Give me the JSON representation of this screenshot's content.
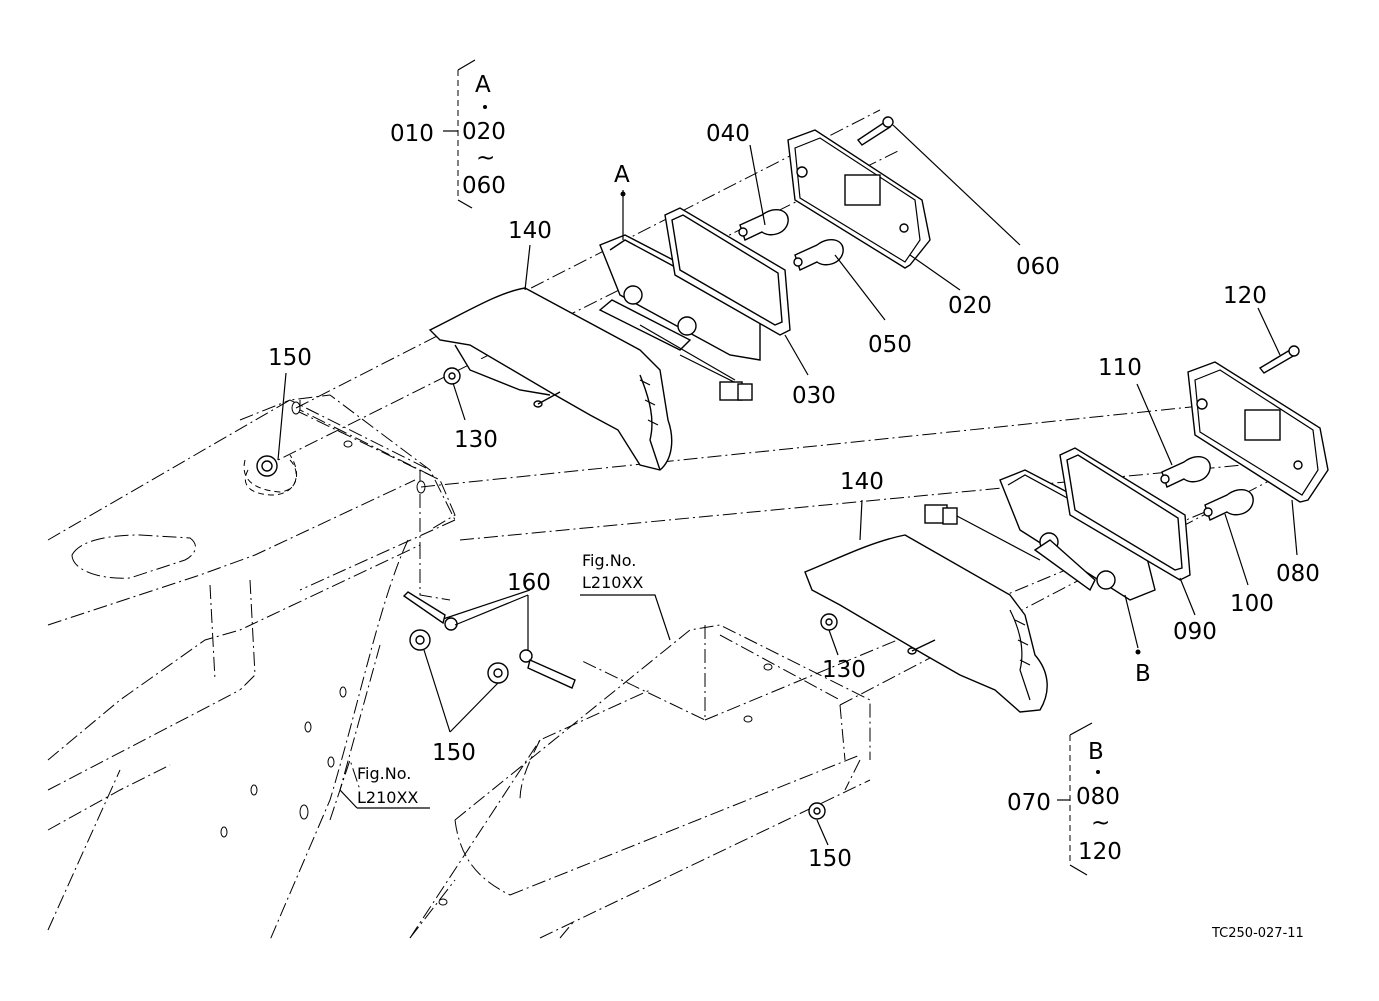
{
  "diagram": {
    "drawing_number": "TC250-027-11",
    "callouts": {
      "c010": "010",
      "c020": "020",
      "c030": "030",
      "c040": "040",
      "c050": "050",
      "c060": "060",
      "c070": "070",
      "c080": "080",
      "c090": "090",
      "c100": "100",
      "c110": "110",
      "c120": "120",
      "c130_upper": "130",
      "c130_lower": "130",
      "c140_upper": "140",
      "c140_lower": "140",
      "c150_upper": "150",
      "c150_pair": "150",
      "c150_lower": "150",
      "c160": "160"
    },
    "assembly_groups": [
      {
        "assembly": "010",
        "marker": "A",
        "from": "020",
        "range_symbol": "~",
        "to": "060"
      },
      {
        "assembly": "070",
        "marker": "B",
        "from": "080",
        "range_symbol": "~",
        "to": "120"
      }
    ],
    "markers": {
      "upper_lamp": "A",
      "lower_lamp": "B"
    },
    "references": [
      {
        "line1": "Fig.No.",
        "line2": "L210XX"
      },
      {
        "line1": "Fig.No.",
        "line2": "L210XX"
      }
    ]
  }
}
